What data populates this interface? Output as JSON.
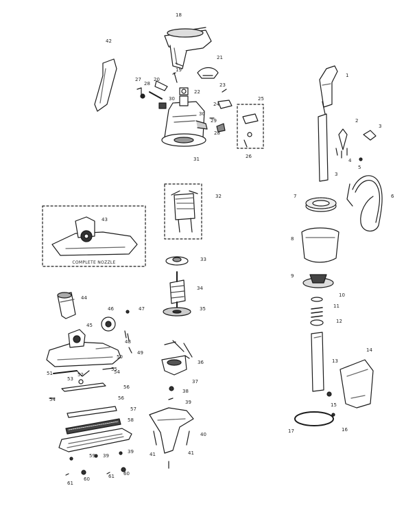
{
  "diagram": {
    "type": "exploded-parts-view",
    "colors": {
      "line": "#1a1a1a",
      "part_fill": "#ffffff",
      "shade": "#b5b5b5",
      "dark": "#444444"
    },
    "inset": {
      "caption": "COMPLETE NOZZLE"
    },
    "callouts": [
      {
        "label": "18",
        "part": "handle-grip"
      },
      {
        "label": "42",
        "part": "handle-bracket"
      },
      {
        "label": "21",
        "part": "cord-hook"
      },
      {
        "label": "27",
        "part": "screw"
      },
      {
        "label": "28",
        "part": "switch-lever"
      },
      {
        "label": "19",
        "part": "screw"
      },
      {
        "label": "20",
        "part": "switch-plate"
      },
      {
        "label": "22",
        "part": "switch"
      },
      {
        "label": "23",
        "part": "terminal"
      },
      {
        "label": "24",
        "part": "spring"
      },
      {
        "label": "25",
        "part": "switch-kit-group"
      },
      {
        "label": "26",
        "part": "screw"
      },
      {
        "label": "29",
        "part": "washer"
      },
      {
        "label": "30",
        "part": "bushing"
      },
      {
        "label": "31",
        "part": "motor-housing"
      },
      {
        "label": "32",
        "part": "field-assembly-group"
      },
      {
        "label": "33",
        "part": "bearing-cap"
      },
      {
        "label": "34",
        "part": "armature"
      },
      {
        "label": "35",
        "part": "fan"
      },
      {
        "label": "36",
        "part": "brush-holder"
      },
      {
        "label": "37",
        "part": "fan-housing"
      },
      {
        "label": "38",
        "part": "screw"
      },
      {
        "label": "39",
        "part": "screw"
      },
      {
        "label": "40",
        "part": "base-plate"
      },
      {
        "label": "41",
        "part": "screw"
      },
      {
        "label": "43",
        "part": "complete-nozzle"
      },
      {
        "label": "44",
        "part": "hose-connector"
      },
      {
        "label": "45",
        "part": "nozzle-body"
      },
      {
        "label": "46",
        "part": "wheel"
      },
      {
        "label": "47",
        "part": "screw"
      },
      {
        "label": "48",
        "part": "spring"
      },
      {
        "label": "49",
        "part": "clip"
      },
      {
        "label": "50",
        "part": "bumper"
      },
      {
        "label": "51",
        "part": "axle"
      },
      {
        "label": "52",
        "part": "link"
      },
      {
        "label": "53",
        "part": "bracket"
      },
      {
        "label": "54",
        "part": "screw"
      },
      {
        "label": "55",
        "part": "spring"
      },
      {
        "label": "56",
        "part": "axle-bar"
      },
      {
        "label": "57",
        "part": "strip"
      },
      {
        "label": "58",
        "part": "brush-roll"
      },
      {
        "label": "59",
        "part": "bottom-plate"
      },
      {
        "label": "60",
        "part": "wheel"
      },
      {
        "label": "61",
        "part": "screw"
      },
      {
        "label": "1",
        "part": "upper-tube"
      },
      {
        "label": "2",
        "part": "plug-connector"
      },
      {
        "label": "3",
        "part": "screw"
      },
      {
        "label": "4",
        "part": "screw"
      },
      {
        "label": "5",
        "part": "clamp"
      },
      {
        "label": "6",
        "part": "power-cord"
      },
      {
        "label": "7",
        "part": "filter-ring"
      },
      {
        "label": "8",
        "part": "filter-bag"
      },
      {
        "label": "9",
        "part": "filter-cap"
      },
      {
        "label": "10",
        "part": "washer"
      },
      {
        "label": "11",
        "part": "nut"
      },
      {
        "label": "12",
        "part": "spring"
      },
      {
        "label": "13",
        "part": "lower-tube"
      },
      {
        "label": "14",
        "part": "dust-cup"
      },
      {
        "label": "15",
        "part": "screw"
      },
      {
        "label": "16",
        "part": "screw"
      },
      {
        "label": "17",
        "part": "belt"
      }
    ]
  }
}
